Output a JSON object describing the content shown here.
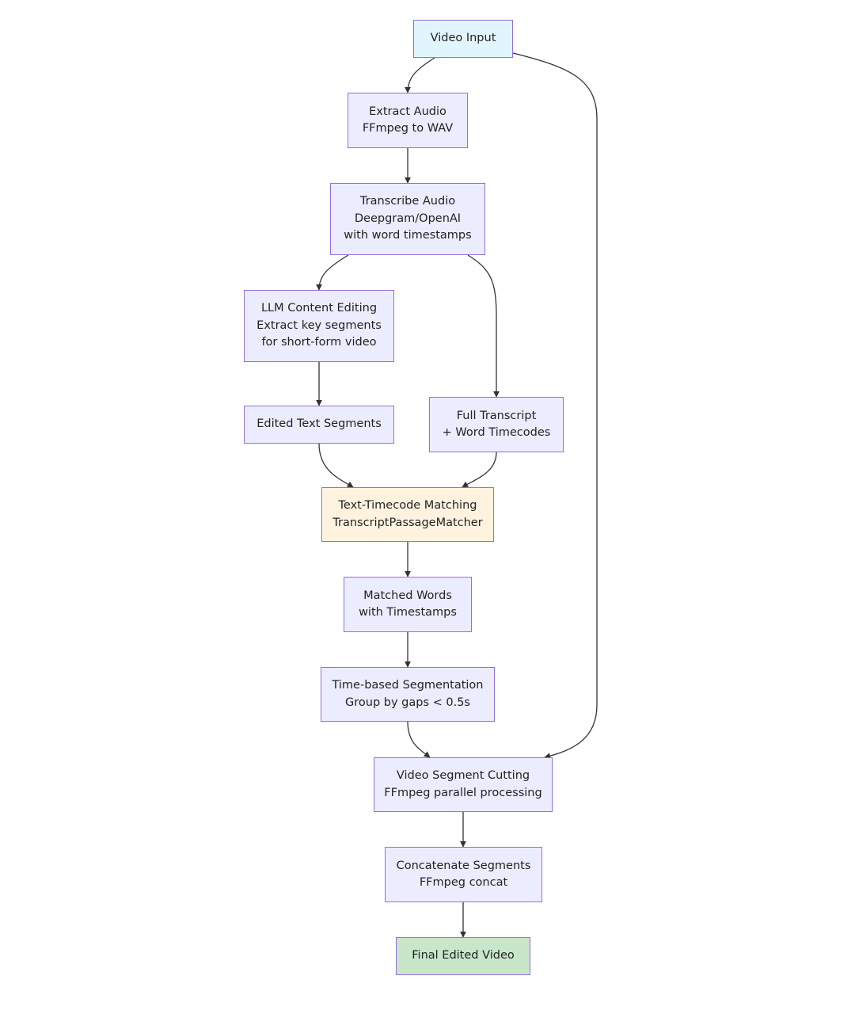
{
  "nodes": {
    "video_input": {
      "lines": [
        "Video Input"
      ]
    },
    "extract_audio": {
      "lines": [
        "Extract Audio",
        "FFmpeg to WAV"
      ]
    },
    "transcribe": {
      "lines": [
        "Transcribe Audio",
        "Deepgram/OpenAI",
        "with word timestamps"
      ]
    },
    "llm_edit": {
      "lines": [
        "LLM Content Editing",
        "Extract key segments",
        "for short-form video"
      ]
    },
    "edited_segments": {
      "lines": [
        "Edited Text Segments"
      ]
    },
    "full_transcript": {
      "lines": [
        "Full Transcript",
        "+ Word Timecodes"
      ]
    },
    "matching": {
      "lines": [
        "Text-Timecode Matching",
        "TranscriptPassageMatcher"
      ]
    },
    "matched_words": {
      "lines": [
        "Matched Words",
        "with Timestamps"
      ]
    },
    "segmentation": {
      "lines": [
        "Time-based Segmentation",
        "Group by gaps < 0.5s"
      ]
    },
    "cutting": {
      "lines": [
        "Video Segment Cutting",
        "FFmpeg parallel processing"
      ]
    },
    "concatenate": {
      "lines": [
        "Concatenate Segments",
        "FFmpeg concat"
      ]
    },
    "final_video": {
      "lines": [
        "Final Edited Video"
      ]
    }
  },
  "edges": [
    {
      "from": "video_input",
      "to": "extract_audio"
    },
    {
      "from": "video_input",
      "to": "cutting"
    },
    {
      "from": "extract_audio",
      "to": "transcribe"
    },
    {
      "from": "transcribe",
      "to": "llm_edit"
    },
    {
      "from": "transcribe",
      "to": "full_transcript"
    },
    {
      "from": "llm_edit",
      "to": "edited_segments"
    },
    {
      "from": "edited_segments",
      "to": "matching"
    },
    {
      "from": "full_transcript",
      "to": "matching"
    },
    {
      "from": "matching",
      "to": "matched_words"
    },
    {
      "from": "matched_words",
      "to": "segmentation"
    },
    {
      "from": "segmentation",
      "to": "cutting"
    },
    {
      "from": "cutting",
      "to": "concatenate"
    },
    {
      "from": "concatenate",
      "to": "final_video"
    }
  ],
  "colors": {
    "default_fill": "#ececff",
    "border": "#9370db",
    "input_fill": "#e1f5fe",
    "matching_fill": "#fff3e0",
    "output_fill": "#c8e6c9",
    "edge": "#333333"
  }
}
